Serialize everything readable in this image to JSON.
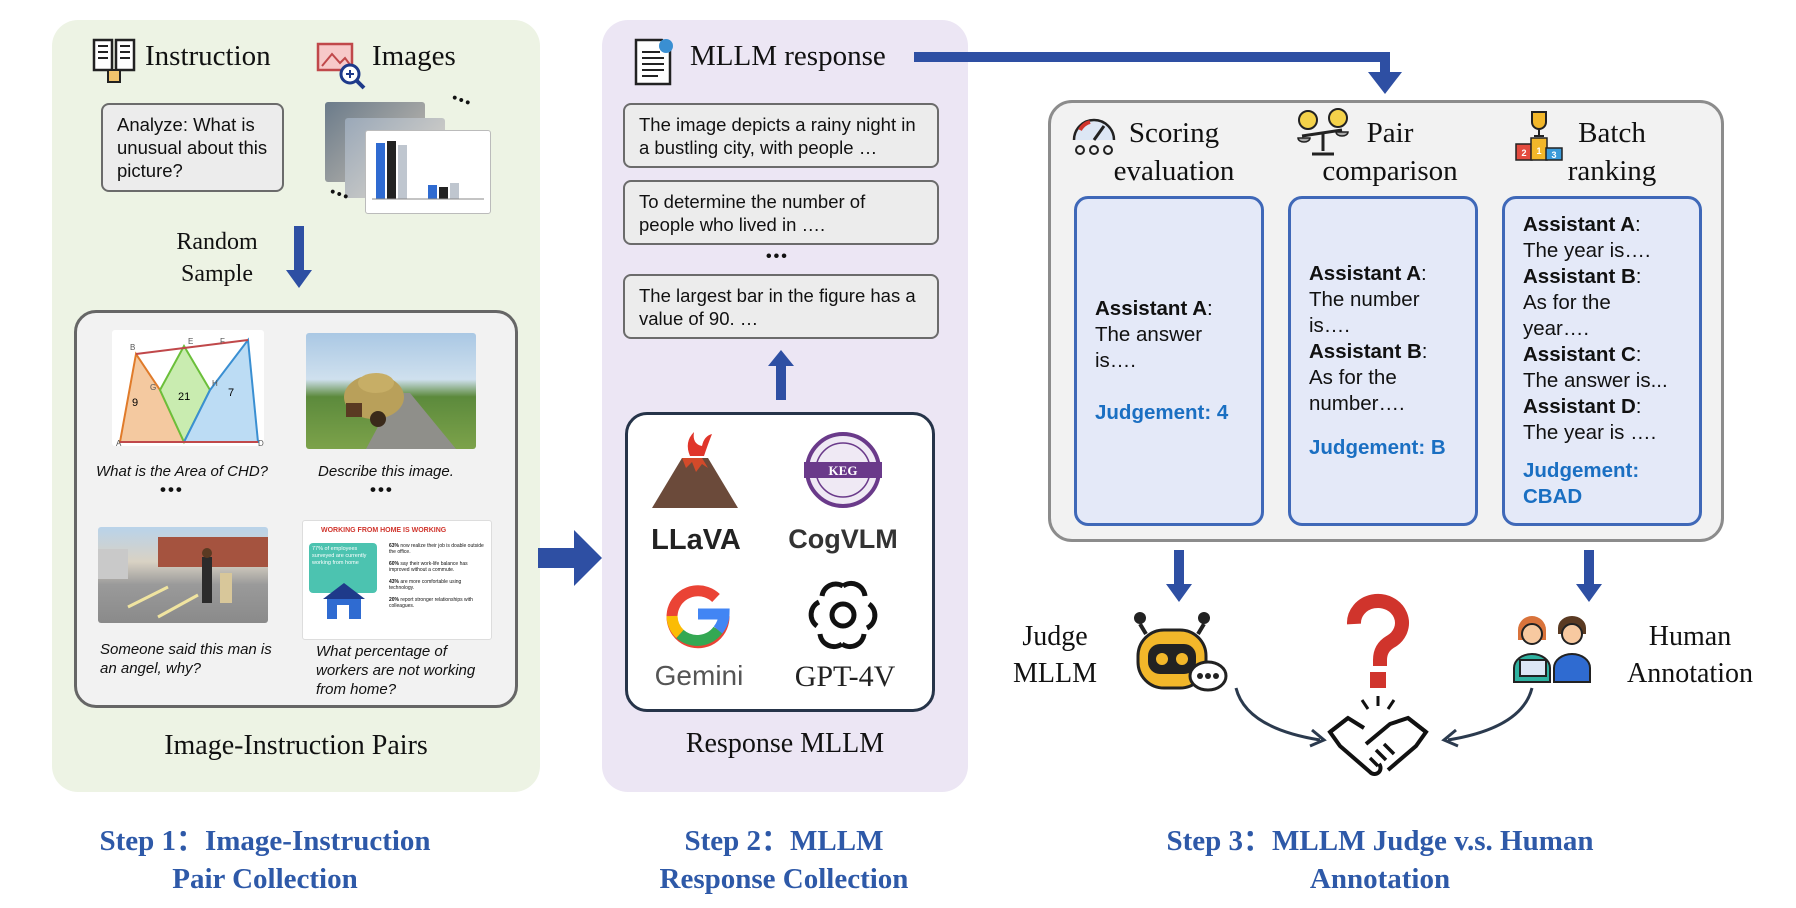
{
  "step1": {
    "instruction_label": "Instruction",
    "images_label": "Images",
    "instruction_text": "Analyze: What is unusual about this picture?",
    "random_sample": "Random Sample",
    "pairs": [
      {
        "caption": "What is the Area of CHD?"
      },
      {
        "caption": "Describe this image."
      },
      {
        "caption": "Someone said this man is an angel, why?"
      },
      {
        "caption": "What percentage of workers are not working from home?"
      }
    ],
    "geometry_labels": {
      "left": "9",
      "center": "21",
      "right": "7",
      "points": [
        "B",
        "E",
        "F",
        "G",
        "H",
        "A",
        "D"
      ]
    },
    "infographic": {
      "title": "WORKING FROM HOME IS WORKING",
      "highlight": "77% of employees surveyed are currently working from home",
      "stats": [
        {
          "pct": "63%",
          "text": "now realize their job is doable outside the office."
        },
        {
          "pct": "60%",
          "text": "say their work-life balance has improved without a commute."
        },
        {
          "pct": "43%",
          "text": "are more comfortable using technology."
        },
        {
          "pct": "20%",
          "text": "report stronger relationships with colleagues."
        }
      ]
    },
    "dots": "•••",
    "box_title": "Image-Instruction Pairs",
    "caption": "Step 1：Image-Instruction Pair Collection"
  },
  "step2": {
    "title": "MLLM response",
    "responses": [
      "The image depicts a rainy night in a bustling city, with people …",
      "To determine the number of people who lived in ….",
      "The largest bar in the figure has a value of 90. …"
    ],
    "dots": "•••",
    "models": [
      "LLaVA",
      "CogVLM",
      "Gemini",
      "GPT-4V"
    ],
    "keg_logo": "KEG",
    "box_title": "Response MLLM",
    "caption": "Step 2：MLLM Response Collection"
  },
  "step3": {
    "methods": [
      {
        "title": "Scoring evaluation",
        "icon": "gauge-icon"
      },
      {
        "title": "Pair comparison",
        "icon": "balance-scale-icon"
      },
      {
        "title": "Batch ranking",
        "icon": "podium-icon"
      }
    ],
    "podium_numbers": [
      "2",
      "1",
      "3"
    ],
    "scoring_box": {
      "assistant": "Assistant A",
      "text": "The answer is….",
      "judgement": "Judgement: 4"
    },
    "pair_box": {
      "a_label": "Assistant A",
      "a_text": "The number is….",
      "b_label": "Assistant B",
      "b_text": "As for the number….",
      "judgement": "Judgement: B"
    },
    "batch_box": {
      "entries": [
        {
          "label": "Assistant A",
          "text": "The year is…."
        },
        {
          "label": "Assistant B",
          "text": "As for the year…."
        },
        {
          "label": "Assistant C",
          "text": "The answer is..."
        },
        {
          "label": "Assistant D",
          "text": "The year is …."
        }
      ],
      "judgement": "Judgement: CBAD"
    },
    "judge_label": "Judge MLLM",
    "human_label": "Human Annotation",
    "caption": "Step 3：MLLM Judge v.s. Human Annotation"
  },
  "colors": {
    "panel1": "#edf3e4",
    "panel2": "#ece6f4",
    "arrow": "#2e4fa3",
    "caption": "#2e59a8",
    "judgement": "#1a6fc2",
    "question": "#d0342c"
  }
}
